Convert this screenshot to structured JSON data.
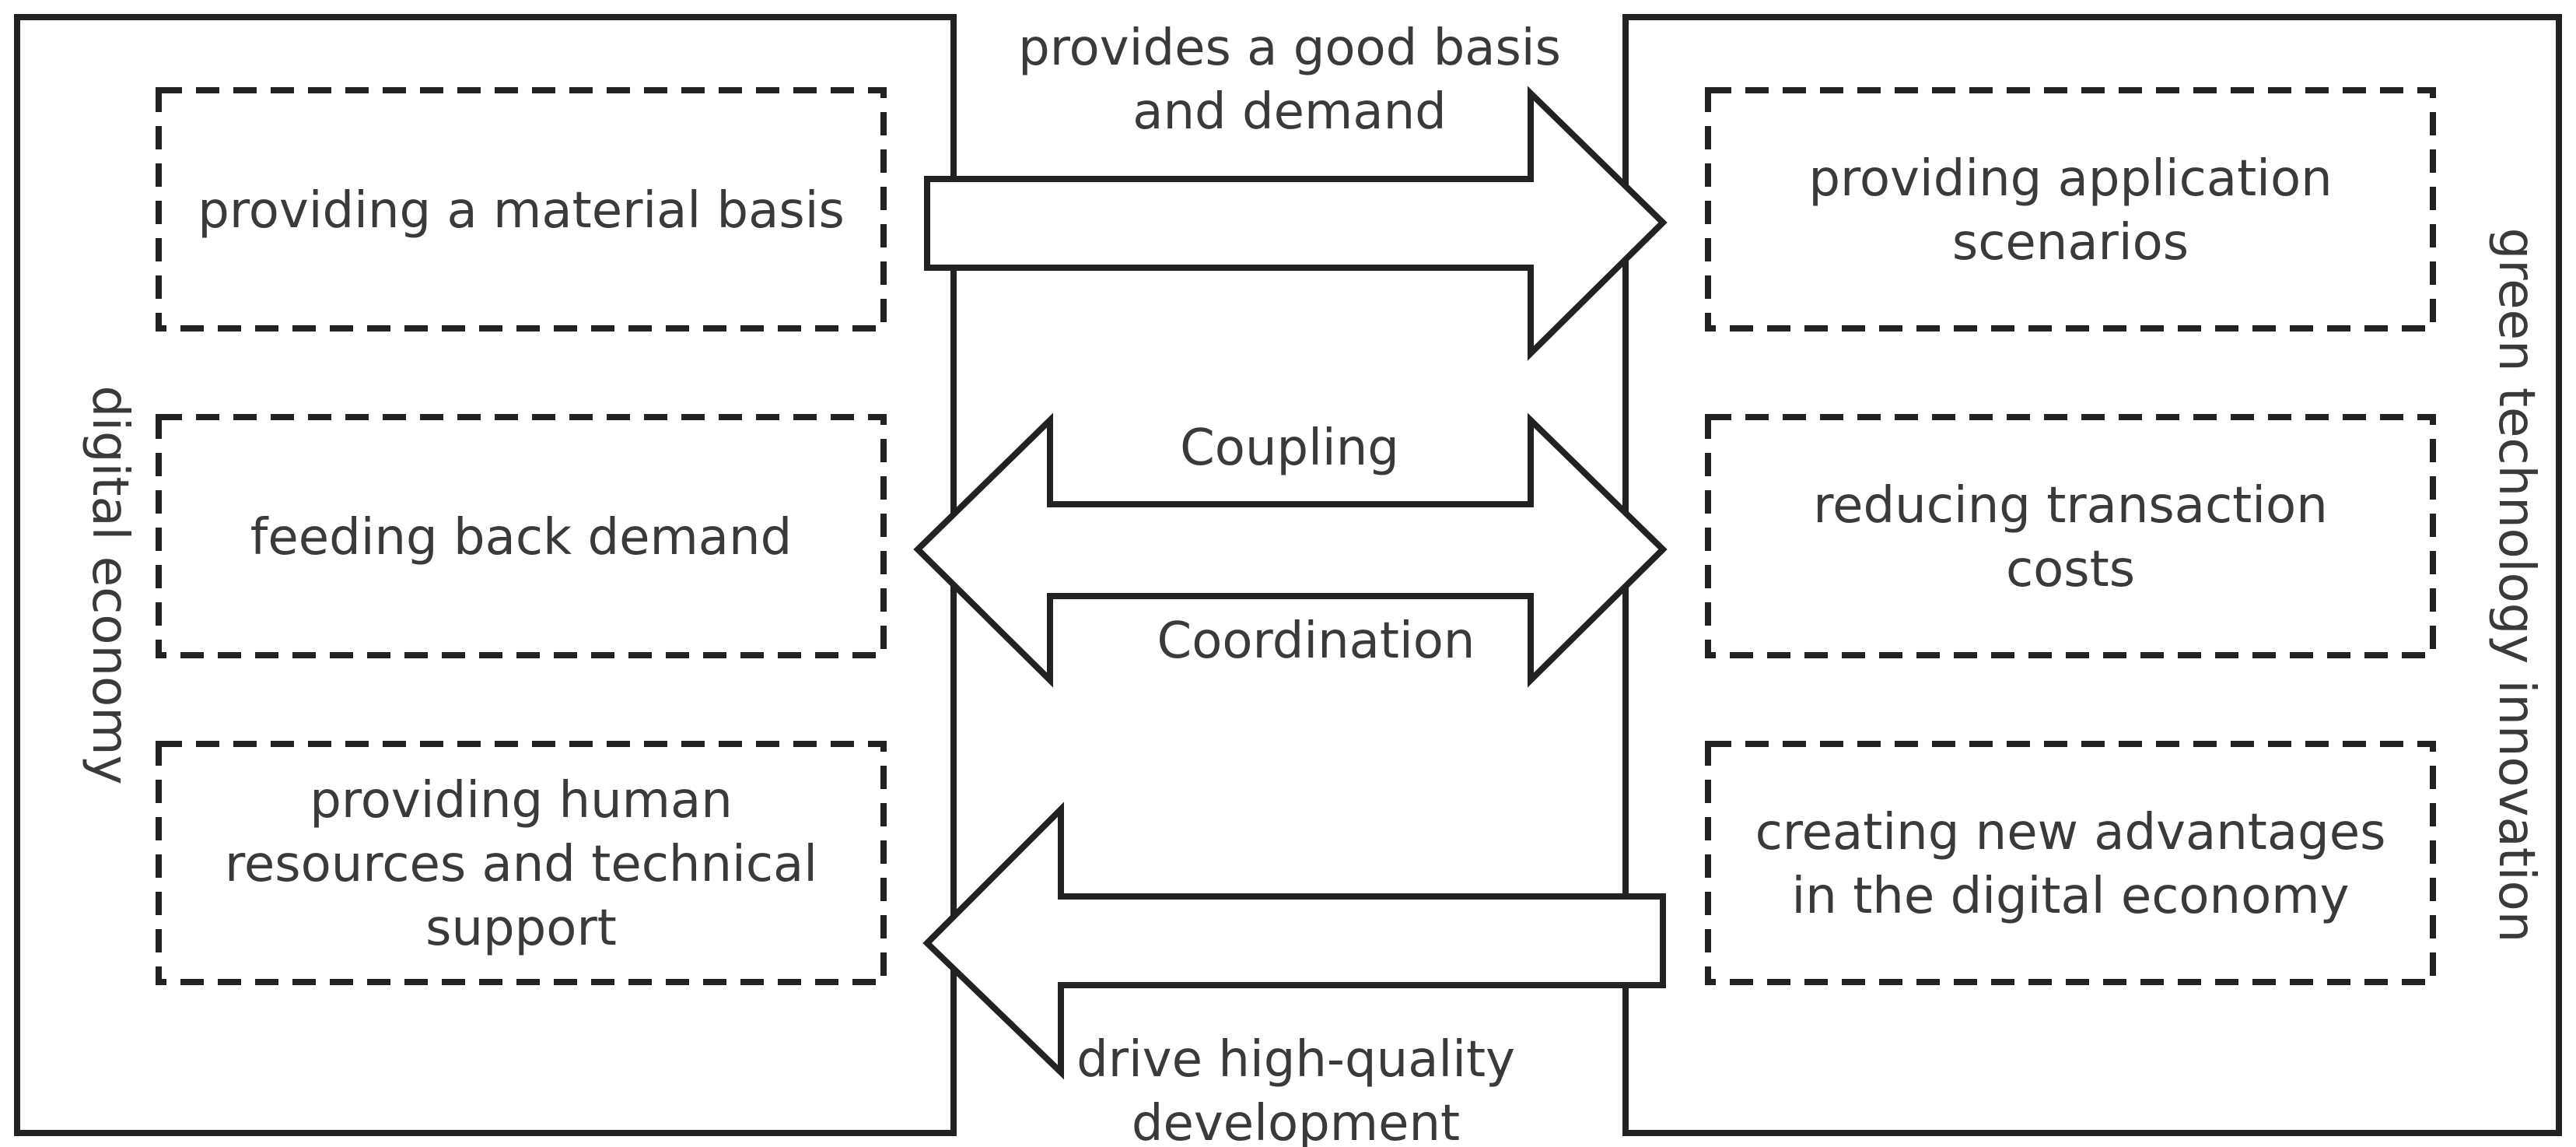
{
  "left_panel": {
    "label": "digital economy",
    "items": [
      [
        "providing a material basis"
      ],
      [
        "feeding back demand"
      ],
      [
        "providing human",
        "resources and technical",
        "support"
      ]
    ]
  },
  "right_panel": {
    "label": "green technology innovation",
    "items": [
      [
        "providing application",
        "scenarios"
      ],
      [
        "reducing transaction",
        "costs"
      ],
      [
        "creating new advantages",
        "in the digital economy"
      ]
    ]
  },
  "arrows": {
    "top_label": [
      "provides a good basis",
      "and demand"
    ],
    "middle_label_top": "Coupling",
    "middle_label_bottom": "Coordination",
    "bottom_label": [
      "drive high-quality",
      "development"
    ]
  }
}
